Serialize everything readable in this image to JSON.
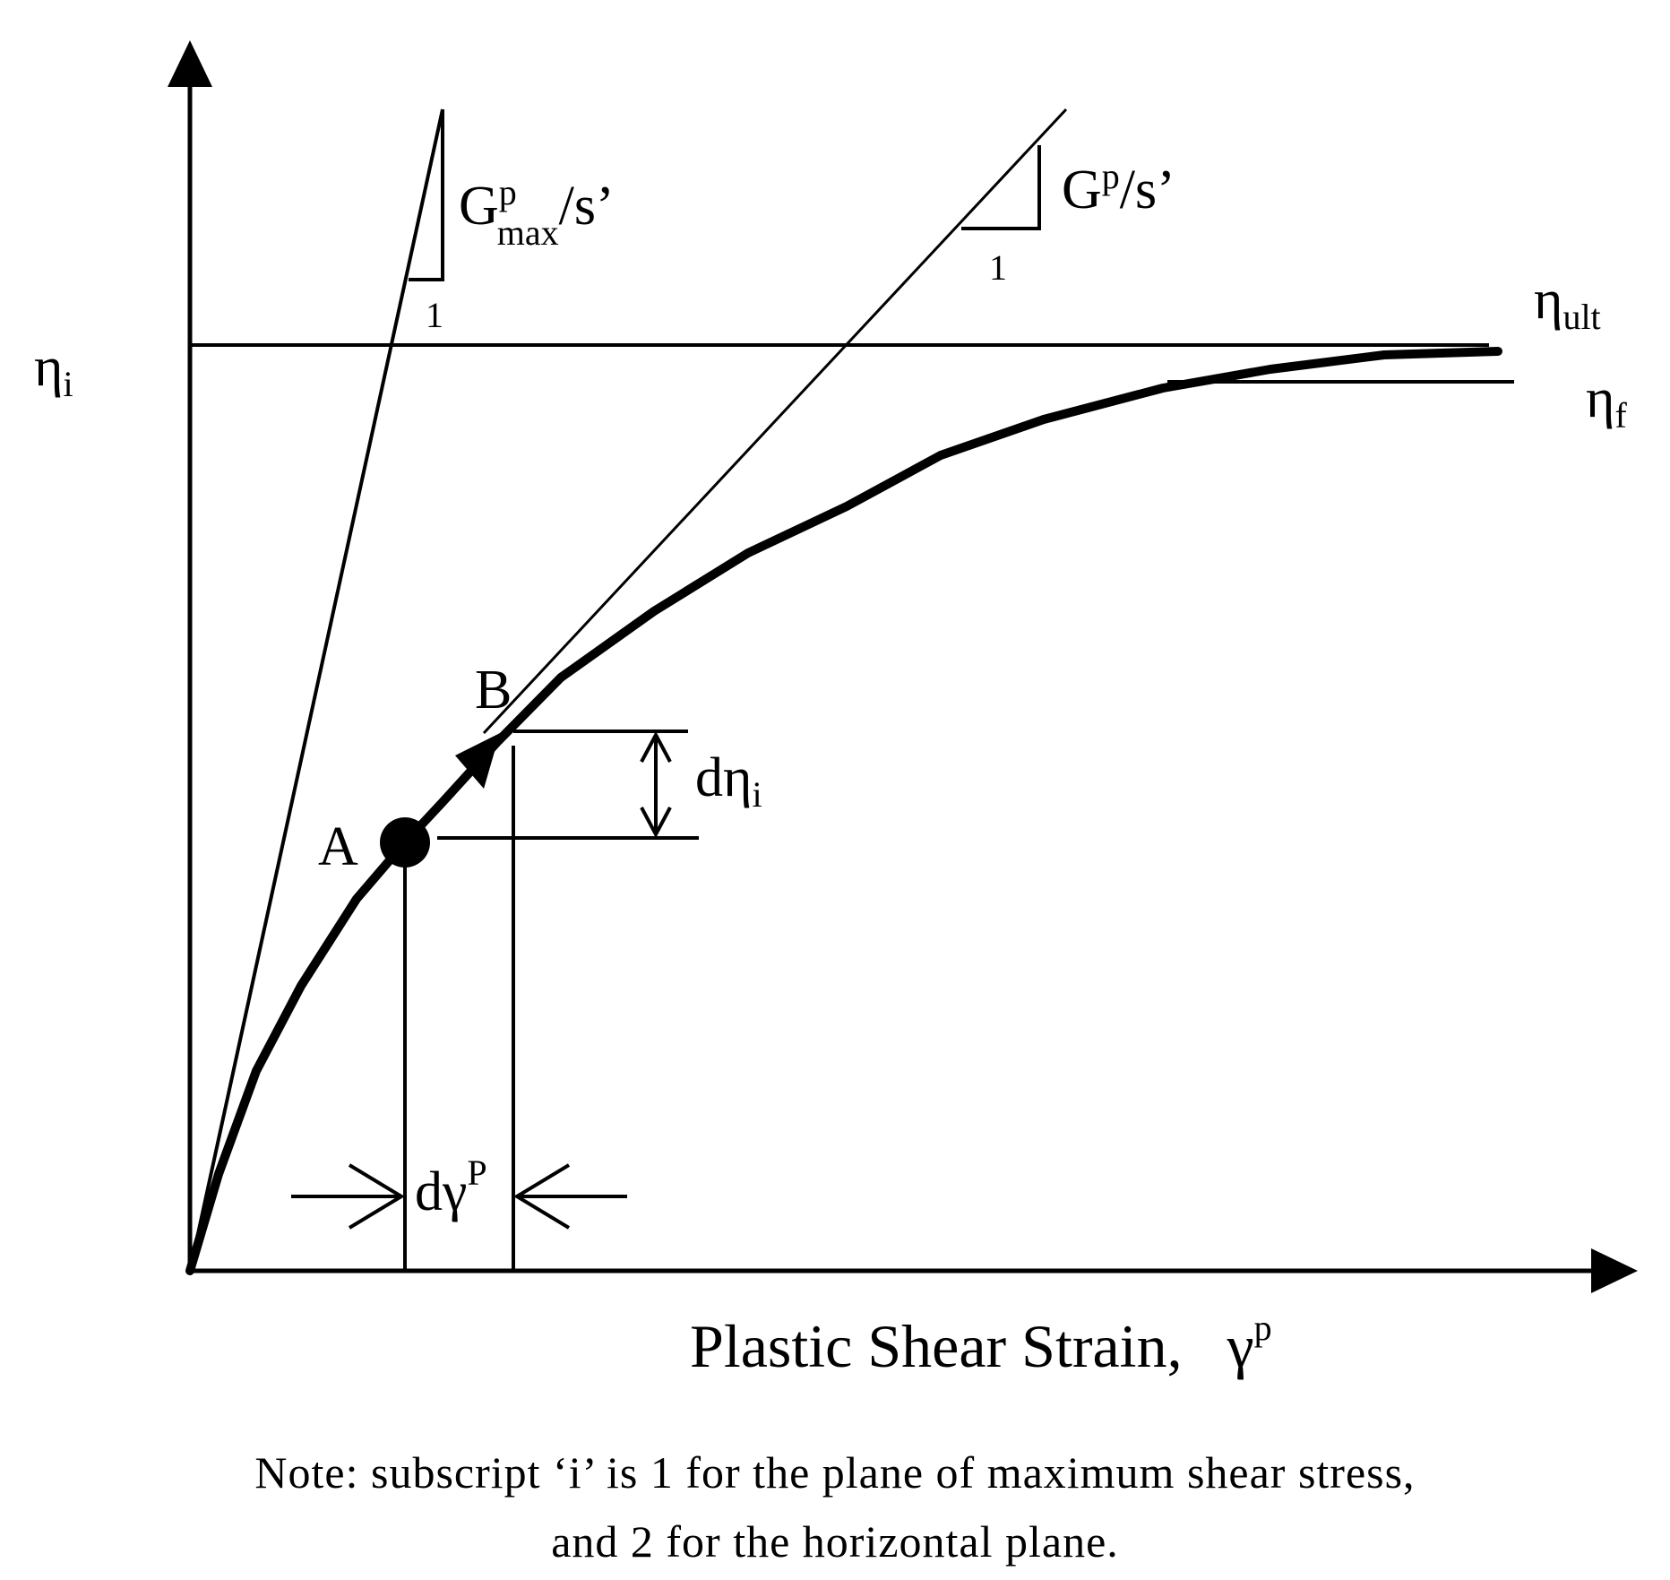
{
  "axes": {
    "y_label": "η",
    "y_label_sub": "i",
    "x_label": "Plastic Shear Strain,",
    "x_label_symbol": "γ",
    "x_label_symbol_sup": "p"
  },
  "slopes": {
    "gmax_base": "G",
    "gmax_sup": "p",
    "gmax_sub": "max",
    "gmax_tail": "/s’",
    "gmax_run": "1",
    "gp_base": "G",
    "gp_sup": "p",
    "gp_tail": "/s’",
    "gp_run": "1"
  },
  "levels": {
    "ult_base": "η",
    "ult_sub": "ult",
    "f_base": "η",
    "f_sub": "f"
  },
  "points": {
    "a": "A",
    "b": "B"
  },
  "increments": {
    "deta_d": "d",
    "deta_base": "η",
    "deta_sub": "i",
    "dgamma_base": "dγ",
    "dgamma_sup": "P"
  },
  "note": {
    "line1": "Note: subscript ‘i’ is 1 for the plane of maximum shear stress,",
    "line2": "and 2 for the horizontal plane."
  },
  "colors": {
    "ink": "#000000",
    "background": "#ffffff"
  }
}
